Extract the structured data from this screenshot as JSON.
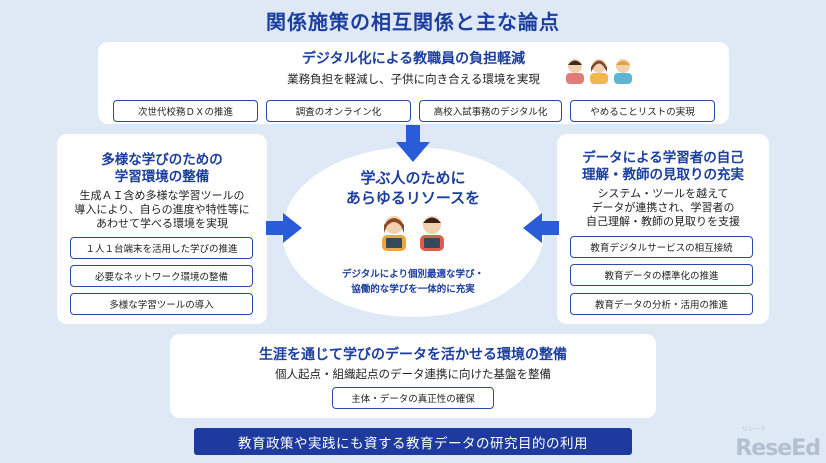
{
  "title": "関係施策の相互関係と主な論点",
  "top_panel": {
    "heading": "デジタル化による教職員の負担軽減",
    "subtext": "業務負担を軽減し、子供に向き合える環境を実現",
    "chips": [
      "次世代校務ＤＸの推進",
      "調査のオンライン化",
      "高校入試事務のデジタル化",
      "やめることリストの実現"
    ]
  },
  "left_panel": {
    "heading_line1": "多様な学びのための",
    "heading_line2": "学習環境の整備",
    "text_line1": "生成ＡＩ含め多様な学習ツールの",
    "text_line2": "導入により、自らの進度や特性等に",
    "text_line3": "あわせて学べる環境を実現",
    "chips": [
      "１人１台端末を活用した学びの推進",
      "必要なネットワーク環境の整備",
      "多様な学習ツールの導入"
    ]
  },
  "right_panel": {
    "heading_line1": "データによる学習者の自己",
    "heading_line2": "理解・教師の見取りの充実",
    "text_line1": "システム・ツールを越えて",
    "text_line2": "データが連携され、学習者の",
    "text_line3": "自己理解・教師の見取りを支援",
    "chips": [
      "教育デジタルサービスの相互接続",
      "教育データの標準化の推進",
      "教育データの分析・活用の推進"
    ]
  },
  "center": {
    "heading_line1": "学ぶ人のために",
    "heading_line2": "あらゆるリソースを",
    "text_line1": "デジタルにより個別最適な学び・",
    "text_line2": "協働的な学びを一体的に充実"
  },
  "bottom_panel": {
    "heading": "生涯を通じて学びのデータを活かせる環境の整備",
    "subtext": "個人起点・組織起点のデータ連携に向けた基盤を整備",
    "chip": "主体・データの真正性の確保"
  },
  "footer_bar": "教育政策や実践にも資する教育データの研究目的の利用",
  "logo": {
    "main": "ReseEd",
    "small": "リシード"
  },
  "colors": {
    "accent": "#1c3f9e",
    "arrow": "#2a5bd8",
    "background": "#dfe9f6"
  }
}
